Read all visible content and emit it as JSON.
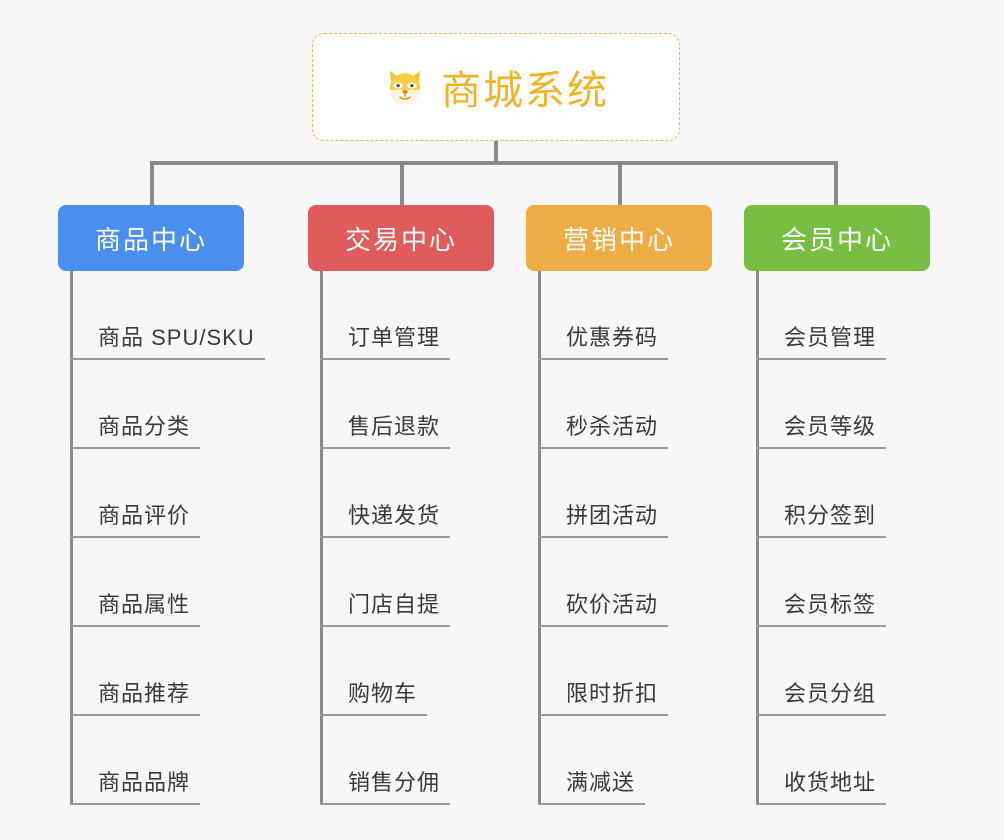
{
  "page": {
    "background_color": "#f7f7f7",
    "diagram_type": "org-chart"
  },
  "root": {
    "title": "商城系统",
    "icon": "shiba-dog-face-icon",
    "border_color": "#e8b661",
    "text_color": "#f0b429"
  },
  "connector": {
    "color": "#8a8a8a"
  },
  "columns": [
    {
      "title": "商品中心",
      "color": "#4a8ef0",
      "items": [
        "商品 SPU/SKU",
        "商品分类",
        "商品评价",
        "商品属性",
        "商品推荐",
        "商品品牌"
      ]
    },
    {
      "title": "交易中心",
      "color": "#e05c5c",
      "items": [
        "订单管理",
        "售后退款",
        "快递发货",
        "门店自提",
        "购物车",
        "销售分佣"
      ]
    },
    {
      "title": "营销中心",
      "color": "#eeac44",
      "items": [
        "优惠券码",
        "秒杀活动",
        "拼团活动",
        "砍价活动",
        "限时折扣",
        "满减送"
      ]
    },
    {
      "title": "会员中心",
      "color": "#76bf43",
      "items": [
        "会员管理",
        "会员等级",
        "积分签到",
        "会员标签",
        "会员分组",
        "收货地址"
      ]
    }
  ]
}
